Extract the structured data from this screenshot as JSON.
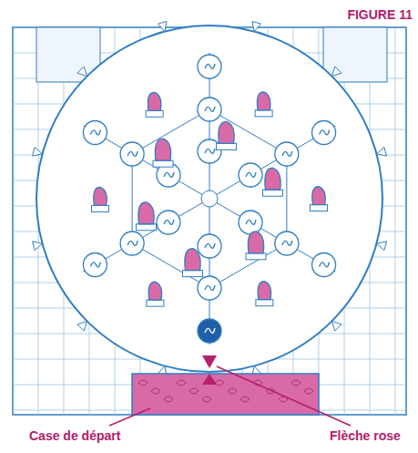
{
  "diagram": {
    "labels": [
      "FIGURE 11",
      "Case de départ",
      "Flèche rose"
    ]
  }
}
